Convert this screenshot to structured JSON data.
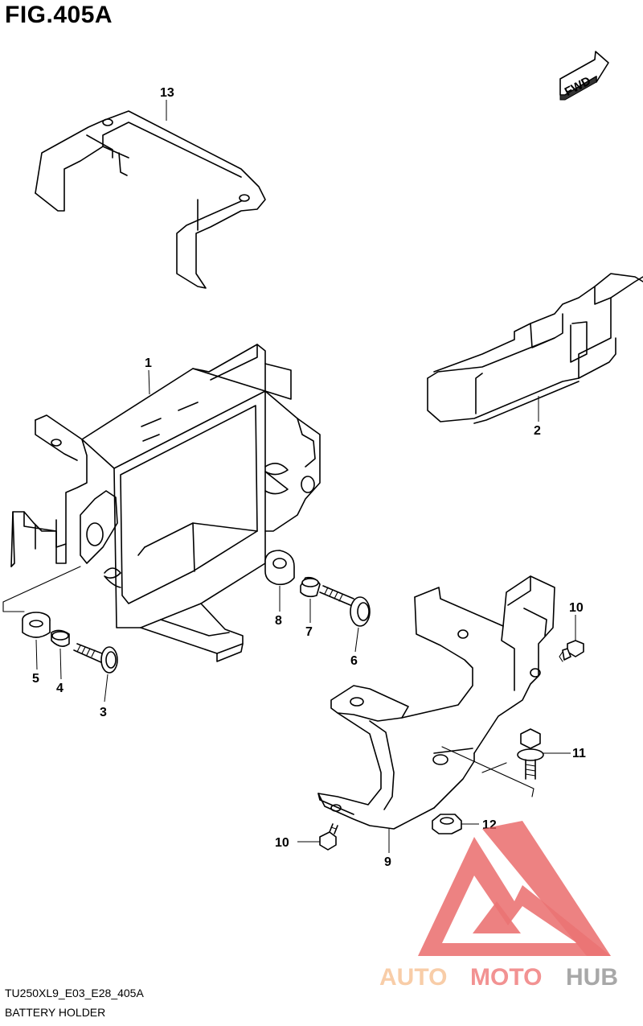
{
  "figure": {
    "title": "FIG.405A",
    "code": "TU250XL9_E03_E28_405A",
    "caption": "BATTERY HOLDER"
  },
  "fwd_label": "FWD",
  "callouts": [
    "1",
    "2",
    "3",
    "4",
    "5",
    "6",
    "7",
    "8",
    "9",
    "10",
    "10",
    "11",
    "12",
    "13"
  ],
  "watermark": {
    "auto": "AUTO",
    "moto": "MOTO",
    "hub": "HUB",
    "colors": {
      "auto": "#f7c59a",
      "moto": "#f08080",
      "hub": "#9a9a9a",
      "logo": "#e85c5c"
    }
  }
}
